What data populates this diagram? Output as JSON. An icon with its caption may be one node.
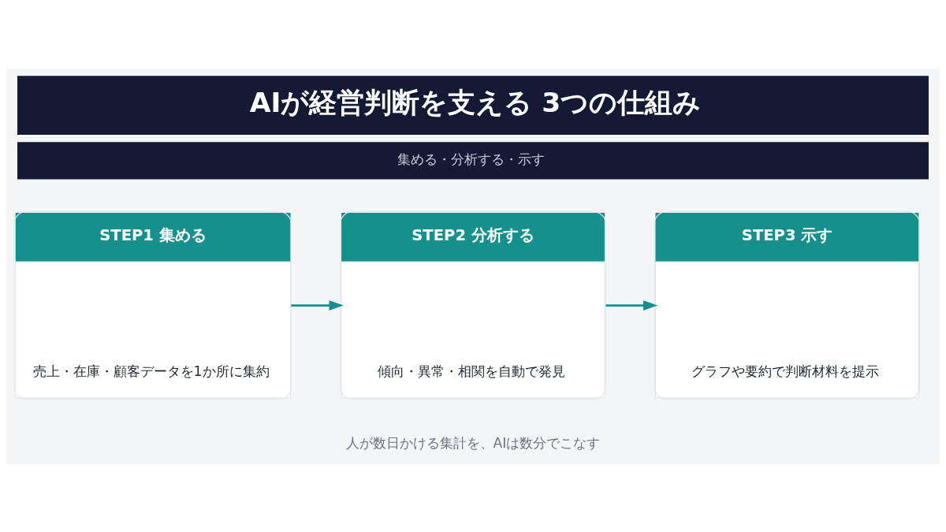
{
  "diagram": {
    "title": "AIが経営判断を支える 3つの仕組み",
    "nodes": [
      {
        "text": [
          "STEP1 集める",
          "売上・在庫・顧客データを1か所に集約"
        ]
      },
      {
        "text": [
          "STEP2 分析する",
          "傾向・異常・相関を自動で発見"
        ]
      },
      {
        "text": [
          "STEP3 示す",
          "グラフや要約で判断材料を提示"
        ]
      }
    ],
    "edges": [
      {
        "from": 0,
        "to": 1,
        "arrow": "to"
      },
      {
        "from": 1,
        "to": 2,
        "arrow": "to"
      }
    ],
    "labels": [
      "集める・分析する・示す",
      "人が数日かける集計を、AIは数分でこなす"
    ]
  }
}
